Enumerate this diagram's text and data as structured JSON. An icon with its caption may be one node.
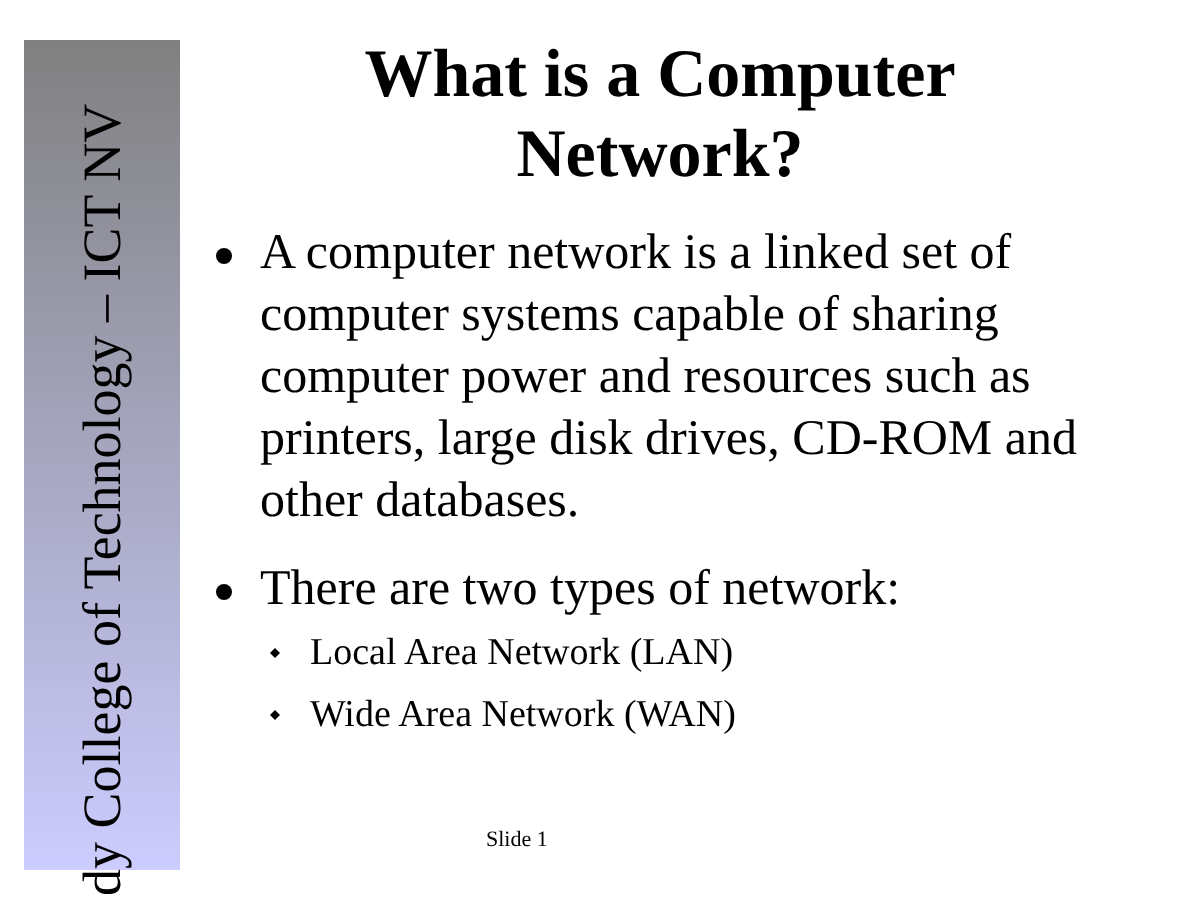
{
  "diagram": {
    "title": "What is a Computer Network?",
    "labels": [
      "dy College of Technology – ICT  NV",
      "A computer network is a linked set of computer systems capable of sharing computer power and resources such as printers, large disk drives, CD-ROM and other databases.",
      "There are two types of network:",
      "Local Area Network (LAN)",
      "Wide Area Network (WAN)",
      "Slide 1"
    ]
  }
}
